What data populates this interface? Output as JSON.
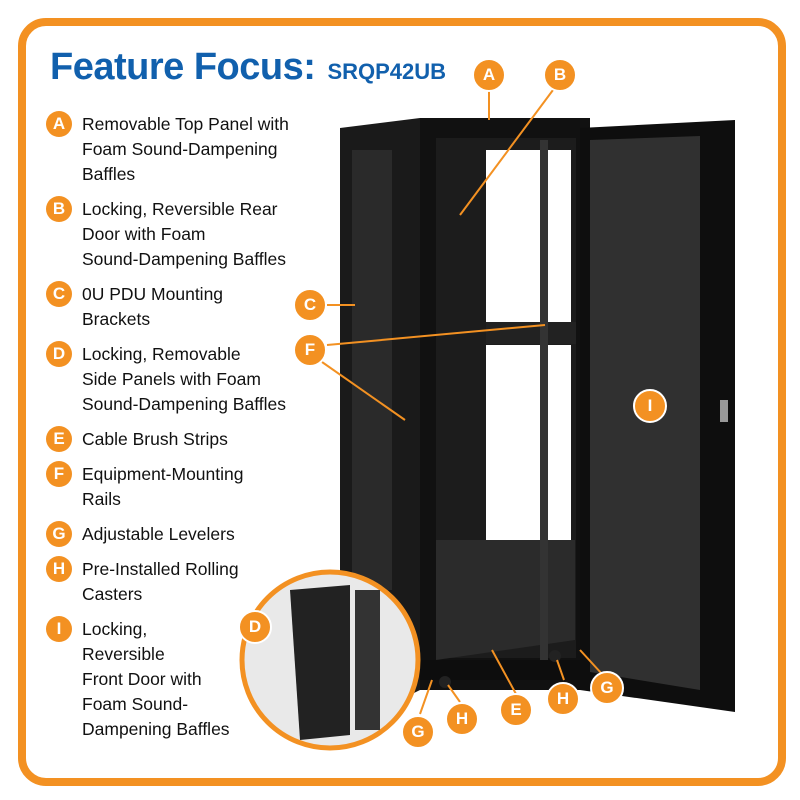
{
  "title": {
    "main": "Feature Focus:",
    "model": "SRQP42UB"
  },
  "features": [
    {
      "letter": "A",
      "text": "Removable Top Panel with\nFoam Sound-Dampening\nBaffles"
    },
    {
      "letter": "B",
      "text": "Locking, Reversible Rear\nDoor with Foam\nSound-Dampening Baffles"
    },
    {
      "letter": "C",
      "text": "0U PDU Mounting\nBrackets"
    },
    {
      "letter": "D",
      "text": "Locking, Removable\nSide Panels with Foam\nSound-Dampening Baffles"
    },
    {
      "letter": "E",
      "text": "Cable Brush Strips"
    },
    {
      "letter": "F",
      "text": "Equipment-Mounting\nRails"
    },
    {
      "letter": "G",
      "text": "Adjustable Levelers"
    },
    {
      "letter": "H",
      "text": "Pre-Installed Rolling\nCasters"
    },
    {
      "letter": "I",
      "text": "Locking,\nReversible\nFront Door with\nFoam Sound-\nDampening Baffles"
    }
  ],
  "callouts": {
    "A": "A",
    "B": "B",
    "C": "C",
    "D": "D",
    "E": "E",
    "F": "F",
    "G": "G",
    "H": "H",
    "I": "I"
  },
  "colors": {
    "accent": "#f39122",
    "title": "#1160ad"
  }
}
